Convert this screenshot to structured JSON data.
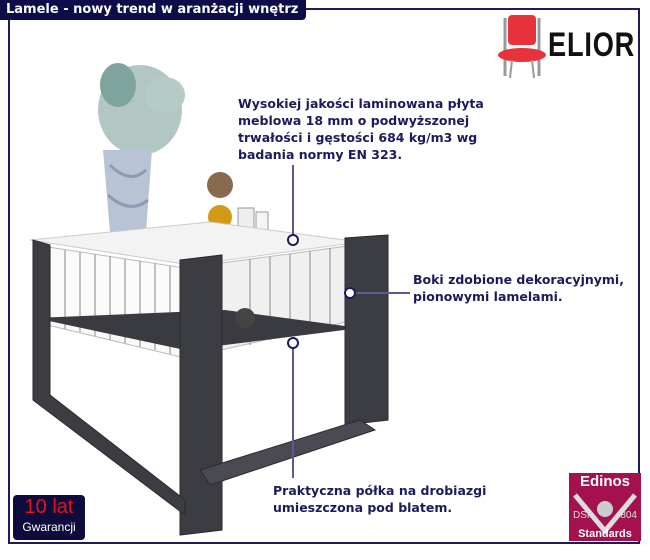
{
  "header": {
    "title": "Lamele - nowy trend w aranżacji wnętrz"
  },
  "brand": {
    "name": "ELIOR",
    "logo_icon": "chair-icon",
    "accent_color": "#e8323c"
  },
  "callouts": [
    {
      "lines": [
        "Wysokiej jakości laminowana płyta",
        "meblowa 18 mm o podwyższonej",
        "trwałości i gęstości 684 kg/m3 wg",
        "badania normy EN 323."
      ]
    },
    {
      "lines": [
        "Boki zdobione dekoracyjnymi,",
        "pionowymi lamelami."
      ]
    },
    {
      "lines": [
        "Praktyczna półka na drobiazgi",
        "umieszczona pod blatem."
      ]
    }
  ],
  "warranty": {
    "value": "10 lat",
    "label": "Gwarancji"
  },
  "certificate": {
    "name": "Edinos",
    "left": "DSI",
    "right": "804",
    "bottom": "Standards",
    "color": "#a3124f"
  },
  "colors": {
    "frame": "#1e1a5c",
    "text": "#1c1a5e"
  }
}
